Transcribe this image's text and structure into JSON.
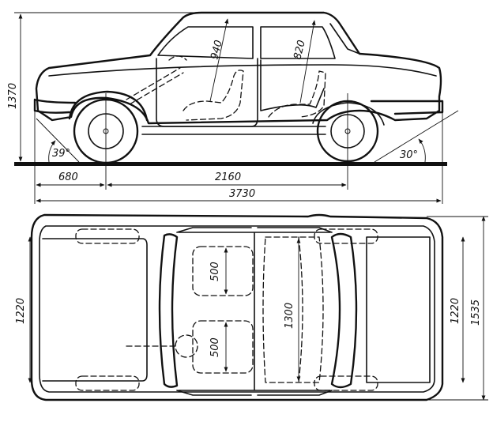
{
  "side_view": {
    "height_total": "1370",
    "headroom_front": "940",
    "headroom_rear": "820",
    "approach_angle": "39°",
    "departure_angle": "30°",
    "front_overhang": "680",
    "wheelbase": "2160",
    "overall_length": "3730"
  },
  "top_view": {
    "cushion_width_front": "500",
    "cushion_width_rear": "500",
    "interior_width": "1300",
    "front_track": "1220",
    "rear_track": "1220",
    "overall_width": "1535"
  }
}
